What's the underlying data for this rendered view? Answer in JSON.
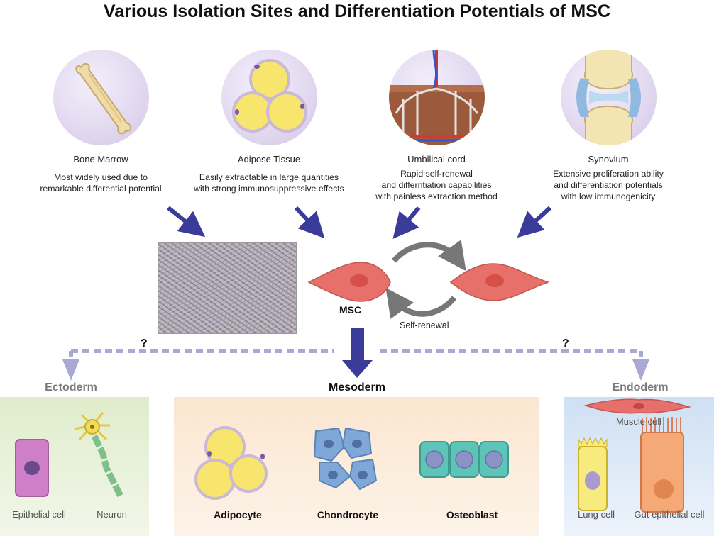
{
  "title": "Various Isolation Sites and Differentiation Potentials of MSC",
  "sources": [
    {
      "name": "Bone Marrow",
      "desc": [
        "Most widely used due to",
        "remarkable differential potential"
      ],
      "icon": "bone-icon"
    },
    {
      "name": "Adipose Tissue",
      "desc": [
        "Easily extractable in large quantities",
        "with strong immunosuppressive effects"
      ],
      "icon": "adipocyte-icon"
    },
    {
      "name": "Umbilical cord",
      "desc": [
        "Rapid self-renewal",
        "and differntiation capabilities",
        "with painless extraction method"
      ],
      "icon": "umbilical-cord-icon"
    },
    {
      "name": "Synovium",
      "desc": [
        "Extensive proliferation ability",
        "and differentiation potentials",
        "with low immunogenicity"
      ],
      "icon": "synovium-joint-icon"
    }
  ],
  "msc_label": "MSC",
  "self_renewal_label": "Self-renewal",
  "question_mark": "?",
  "germ_layers": {
    "ectoderm": "Ectoderm",
    "mesoderm": "Mesoderm",
    "endoderm": "Endoderm"
  },
  "ectoderm_cells": [
    "Epithelial cell",
    "Neuron"
  ],
  "mesoderm_cells": [
    "Adipocyte",
    "Chondrocyte",
    "Osteoblast"
  ],
  "endoderm_cells": [
    "Muscle cell",
    "Lung cell",
    "Gut epithelial cell"
  ],
  "colors": {
    "arrow": "#3b3b9a",
    "dashed_arrow": "#a9a9d4",
    "msc_cell": "#e8706a",
    "ectoderm_bg": "#e7f1d8",
    "mesoderm_bg": "#fbe9d6",
    "endoderm_bg": "#d8e6f6"
  }
}
